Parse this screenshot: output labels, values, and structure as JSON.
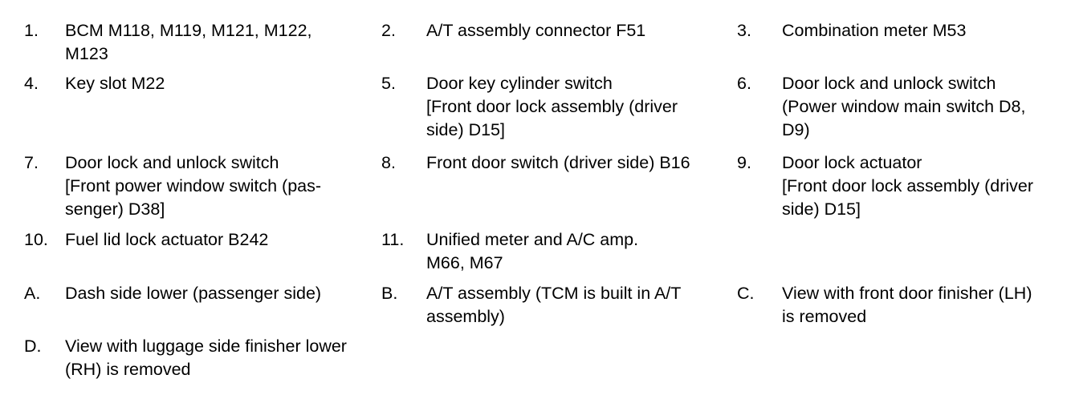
{
  "legend": {
    "items": [
      {
        "num": "1.",
        "text": "BCM M118, M119, M121, M122,\nM123"
      },
      {
        "num": "2.",
        "text": "A/T assembly connector F51"
      },
      {
        "num": "3.",
        "text": "Combination meter M53"
      },
      {
        "num": "4.",
        "text": "Key slot M22"
      },
      {
        "num": "5.",
        "text": "Door key cylinder switch\n[Front door lock assembly (driver\nside) D15]"
      },
      {
        "num": "6.",
        "text": "Door lock and unlock switch\n(Power window main switch D8,\nD9)"
      },
      {
        "num": "7.",
        "text": "Door lock and unlock switch\n[Front power window switch (pas-\nsenger) D38]"
      },
      {
        "num": "8.",
        "text": "Front door switch (driver side) B16"
      },
      {
        "num": "9.",
        "text": "Door lock actuator\n[Front door lock assembly (driver\nside) D15]"
      },
      {
        "num": "10.",
        "text": "Fuel lid lock actuator B242"
      },
      {
        "num": "11.",
        "text": "Unified meter and A/C amp.\nM66, M67"
      },
      {
        "num": "A.",
        "text": "Dash side lower (passenger side)"
      },
      {
        "num": "B.",
        "text": "A/T assembly (TCM is built in A/T\nassembly)"
      },
      {
        "num": "C.",
        "text": "View with front door finisher (LH)\nis removed"
      },
      {
        "num": "D.",
        "text": "View with luggage side finisher lower\n(RH) is removed"
      }
    ]
  }
}
